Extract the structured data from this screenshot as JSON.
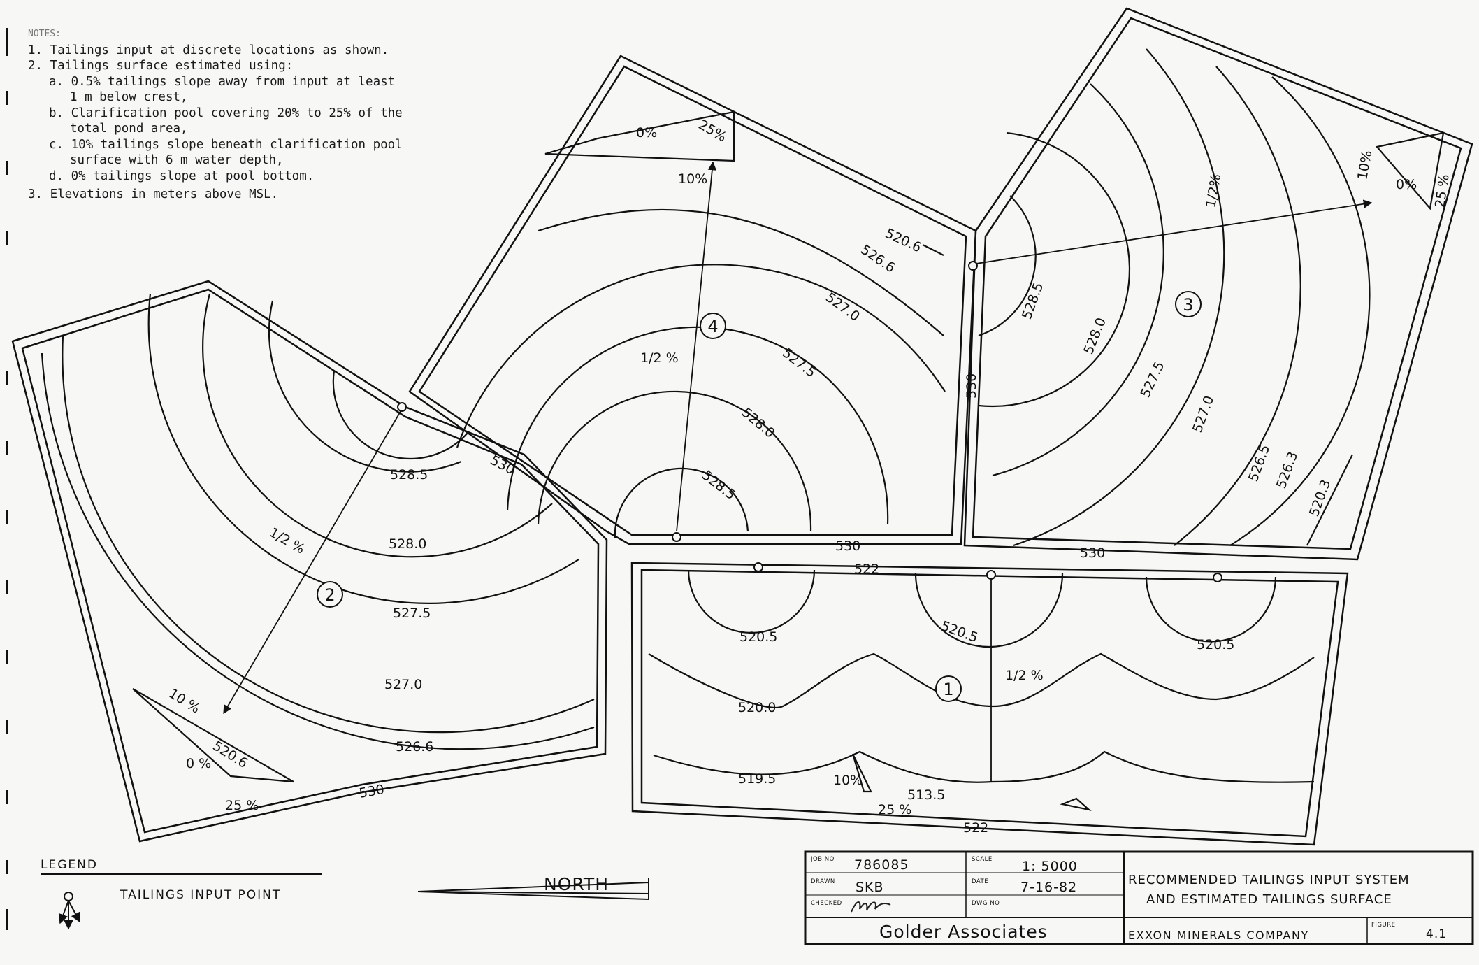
{
  "notes": {
    "header": "NOTES:",
    "items": [
      "1. Tailings input at discrete locations as shown.",
      "2. Tailings surface estimated using:",
      "a. 0.5% tailings slope away from input at least",
      "1 m below crest,",
      "b. Clarification pool covering 20% to 25% of the",
      "total pond area,",
      "c. 10% tailings slope beneath clarification pool",
      "surface with 6 m water depth,",
      "d. 0% tailings slope at pool bottom.",
      "3. Elevations in meters above MSL."
    ]
  },
  "pond_numbers": [
    "1",
    "2",
    "3",
    "4"
  ],
  "labels": {
    "crest_530": "530",
    "crest_522": "522",
    "c528_5": "528.5",
    "c528_0": "528.0",
    "c527_5": "527.5",
    "c527_0": "527.0",
    "c526_6": "526.6",
    "c520_6": "520.6",
    "c526_5": "526.5",
    "c526_3": "526.3",
    "c520_3": "520.3",
    "c520_5": "520.5",
    "c520_0": "520.0",
    "c519_5": "519.5",
    "c513_5": "513.5",
    "slope_half": "1/2 %",
    "slope_half_3": "1/2%",
    "slope_10": "10 %",
    "slope_10b": "10%",
    "slope_0": "0 %",
    "slope_0b": "0%",
    "slope_25": "25 %",
    "slope_25b": "25%"
  },
  "legend": {
    "title": "LEGEND",
    "item": "TAILINGS INPUT POINT"
  },
  "north": "NORTH",
  "title_block": {
    "job_no_label": "JOB NO",
    "job_no": "786085",
    "drawn_label": "DRAWN",
    "drawn": "SKB",
    "checked_label": "CHECKED",
    "checked": "",
    "scale_label": "SCALE",
    "scale": "1: 5000",
    "date_label": "DATE",
    "date": "7-16-82",
    "dwg_no_label": "DWG NO",
    "dwg_no": "",
    "company": "Golder Associates",
    "title_line1": "RECOMMENDED TAILINGS INPUT SYSTEM",
    "title_line2": "AND ESTIMATED TAILINGS SURFACE",
    "client": "EXXON MINERALS COMPANY",
    "figure_label": "FIGURE",
    "figure": "4.1"
  }
}
